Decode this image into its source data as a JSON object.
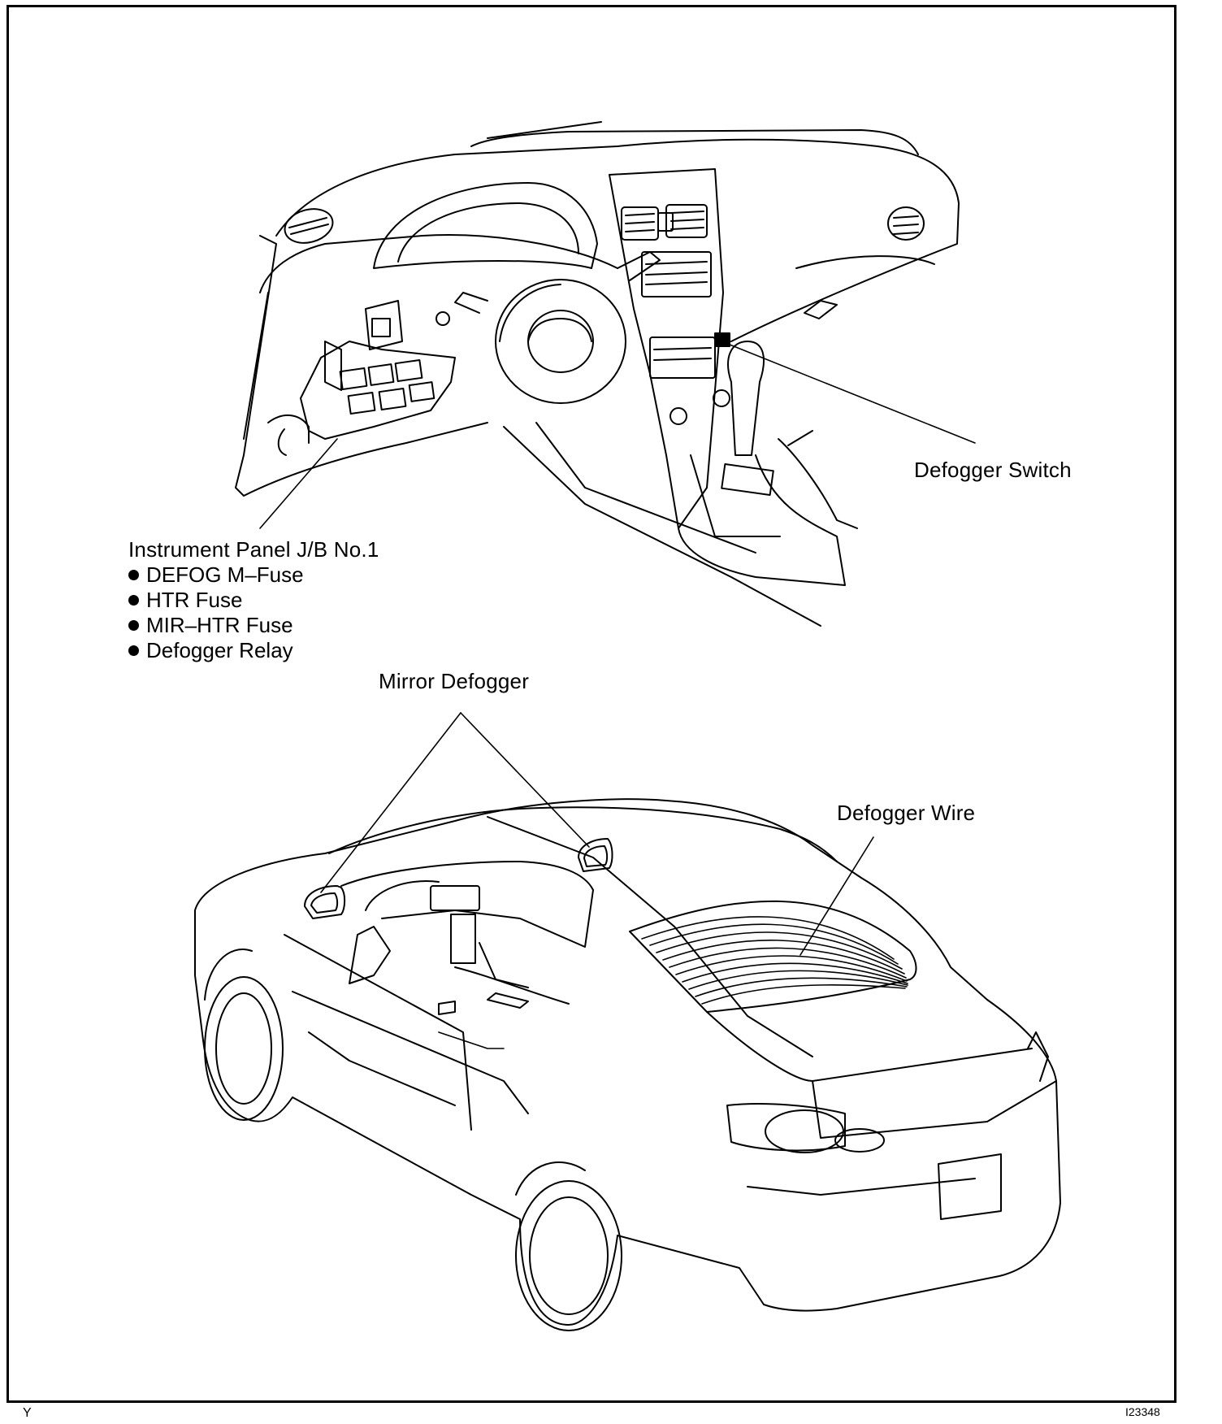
{
  "labels": {
    "defogger_switch": "Defogger Switch",
    "junction_block": "Instrument Panel J/B No.1",
    "mirror_defogger": "Mirror Defogger",
    "defogger_wire": "Defogger Wire"
  },
  "junction_block_items": [
    "DEFOG M–Fuse",
    "HTR Fuse",
    "MIR–HTR Fuse",
    "Defogger Relay"
  ],
  "corner_left": "Y",
  "figure_number": "I23348"
}
